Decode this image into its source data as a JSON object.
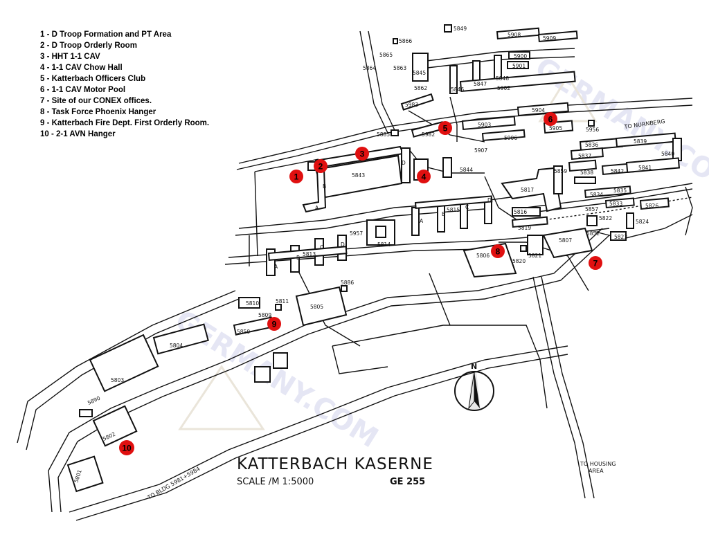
{
  "map": {
    "title": "KATTERBACH KASERNE",
    "scale": "SCALE /M 1:5000",
    "grid_ref": "GE 255",
    "north": "N",
    "legend": [
      "1 - D Troop Formation and PT Area",
      "2 - D Troop Orderly Room",
      "3 - HHT 1-1 CAV",
      "4 - 1-1 CAV Chow Hall",
      "5 - Katterbach Officers Club",
      "6 - 1-1 CAV Motor Pool",
      "7 - Site of our CONEX offices.",
      "8 - Task Force Phoenix Hanger",
      "9 - Katterbach Fire Dept. First Orderly Room.",
      "10 - 2-1 AVN Hanger"
    ],
    "directions": {
      "nurnberg": "TO NURNBERG",
      "housing_1": "TO HOUSING",
      "housing_2": "AREA",
      "bldg": "TO BLDG 5981+5984"
    },
    "marker_color": "#e01010",
    "markers": [
      "1",
      "2",
      "3",
      "4",
      "5",
      "6",
      "7",
      "8",
      "9",
      "10"
    ],
    "watermark": "GERMANY.COM",
    "buildings": [
      "5849",
      "5866",
      "5865",
      "5864",
      "5863",
      "5845",
      "5862",
      "5908",
      "5909",
      "5900",
      "5901",
      "5846",
      "5847",
      "5848",
      "5902",
      "5983",
      "5904",
      "5903",
      "5905",
      "5956",
      "5906",
      "5907",
      "5885",
      "5982",
      "5843",
      "5844",
      "5836",
      "5839",
      "5840",
      "5837",
      "5859",
      "5838",
      "5842",
      "5841",
      "5817",
      "5834",
      "5835",
      "5815",
      "5816",
      "5857",
      "5833",
      "5826",
      "5822",
      "5824",
      "5957",
      "5814",
      "5813",
      "5819",
      "5806",
      "5820",
      "5821",
      "5807",
      "5823",
      "5852",
      "5886",
      "5810",
      "5811",
      "5805",
      "5809",
      "5850",
      "5804",
      "5803",
      "5890",
      "5802",
      "5801"
    ],
    "wing_letters": [
      "A",
      "B",
      "D",
      "A",
      "B",
      "C",
      "D",
      "A",
      "B",
      "C",
      "D"
    ]
  }
}
